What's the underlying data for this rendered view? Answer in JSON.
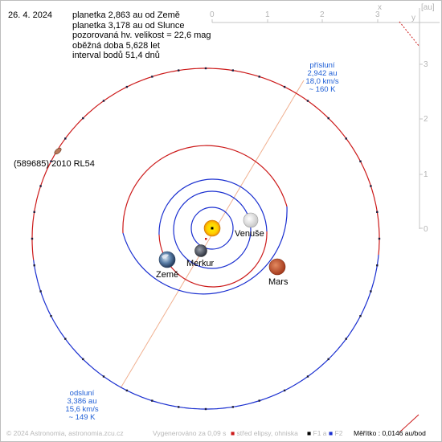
{
  "date": "26. 4. 2024",
  "info": [
    "planetka 2,863 au od Země",
    "planetka 3,178 au od Slunce",
    "pozorovaná hv. velikost = 22,6 mag",
    "oběžná doba 5,628 let",
    "interval bodů 51,4 dnů"
  ],
  "axis": {
    "x_label": "x",
    "y_label": "y",
    "unit": "[au]",
    "x_ticks": [
      "0",
      "1",
      "2",
      "3"
    ],
    "y_ticks": [
      "3",
      "2",
      "1",
      "0"
    ]
  },
  "perihelion": {
    "title": "přísluní",
    "distance": "2,942 au",
    "speed": "18,0 km/s",
    "temp": "~ 160 K"
  },
  "aphelion": {
    "title": "odsluní",
    "distance": "3,386 au",
    "speed": "15,6 km/s",
    "temp": "~ 149 K"
  },
  "labels": {
    "asteroid": "(589685) 2010 RL54",
    "venus": "Venuše",
    "mercury": "Merkur",
    "earth": "Země",
    "mars": "Mars"
  },
  "footer": {
    "copyright": "© 2024 Astronomia, astronomia.zcu.cz",
    "generated": "Vygenerováno za 0,09 s",
    "legend_center": "střed elipsy, ohniska",
    "legend_f1": "F1 a",
    "legend_f2": "F2",
    "scale_label": "Měřítko :",
    "scale_value": "0,0146 au/bod"
  },
  "colors": {
    "orbit_red": "#cc1a1a",
    "orbit_blue": "#1a2fd0",
    "text_blue": "#1f5fd6",
    "apsis_line": "#f0b090",
    "axis_gray": "#c4c4c4"
  },
  "icons": {
    "sun": "sun-icon",
    "asteroid": "asteroid-icon",
    "venus": "venus-icon",
    "mercury": "mercury-icon",
    "earth": "earth-icon",
    "mars": "mars-icon"
  }
}
